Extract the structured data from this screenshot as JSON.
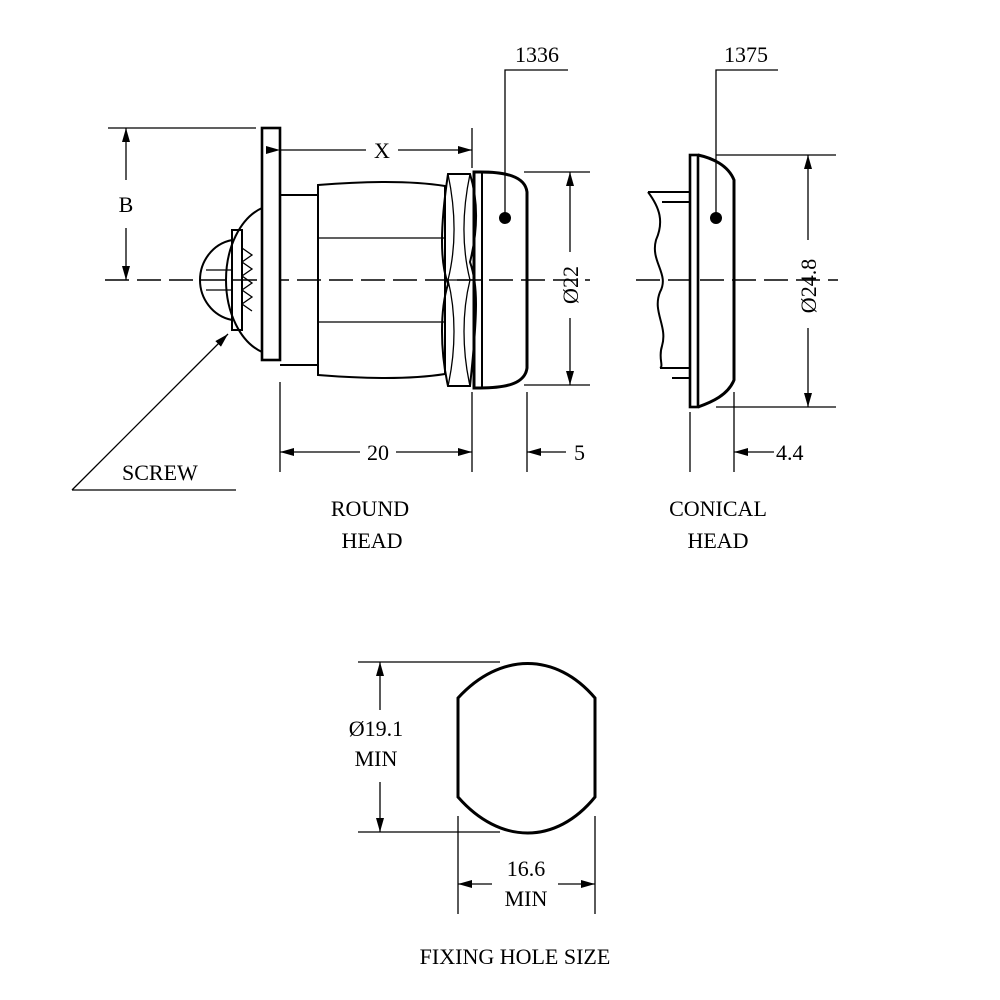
{
  "round_head": {
    "part_number": "1336",
    "label_line1": "ROUND",
    "label_line2": "HEAD",
    "dim_x": "X",
    "dim_b": "B",
    "dim_length": "20",
    "dim_head": "5",
    "dim_diameter": "Ø22",
    "screw_label": "SCREW"
  },
  "conical_head": {
    "part_number": "1375",
    "label_line1": "CONICAL",
    "label_line2": "HEAD",
    "dim_diameter": "Ø24.8",
    "dim_head": "4.4"
  },
  "fixing_hole": {
    "title": "FIXING HOLE SIZE",
    "height_value": "Ø19.1",
    "height_note": "MIN",
    "width_value": "16.6",
    "width_note": "MIN"
  }
}
